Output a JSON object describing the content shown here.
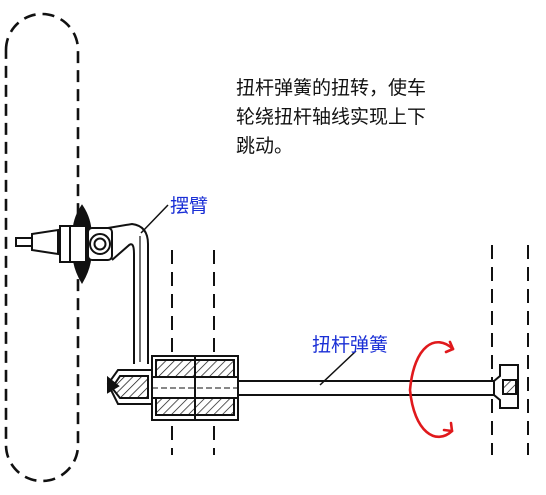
{
  "caption": {
    "lines": [
      "扭杆弹簧的扭转，使车",
      "轮绕扭杆轴线实现上下",
      "跳动。"
    ]
  },
  "labels": {
    "swing_arm": "摆臂",
    "torsion_spring": "扭杆弹簧"
  },
  "colors": {
    "label": "#1a2fd6",
    "rotation_arrow": "#e0191c",
    "line": "#111111"
  },
  "icons": {
    "rotation": "curved-arrow-icon"
  }
}
